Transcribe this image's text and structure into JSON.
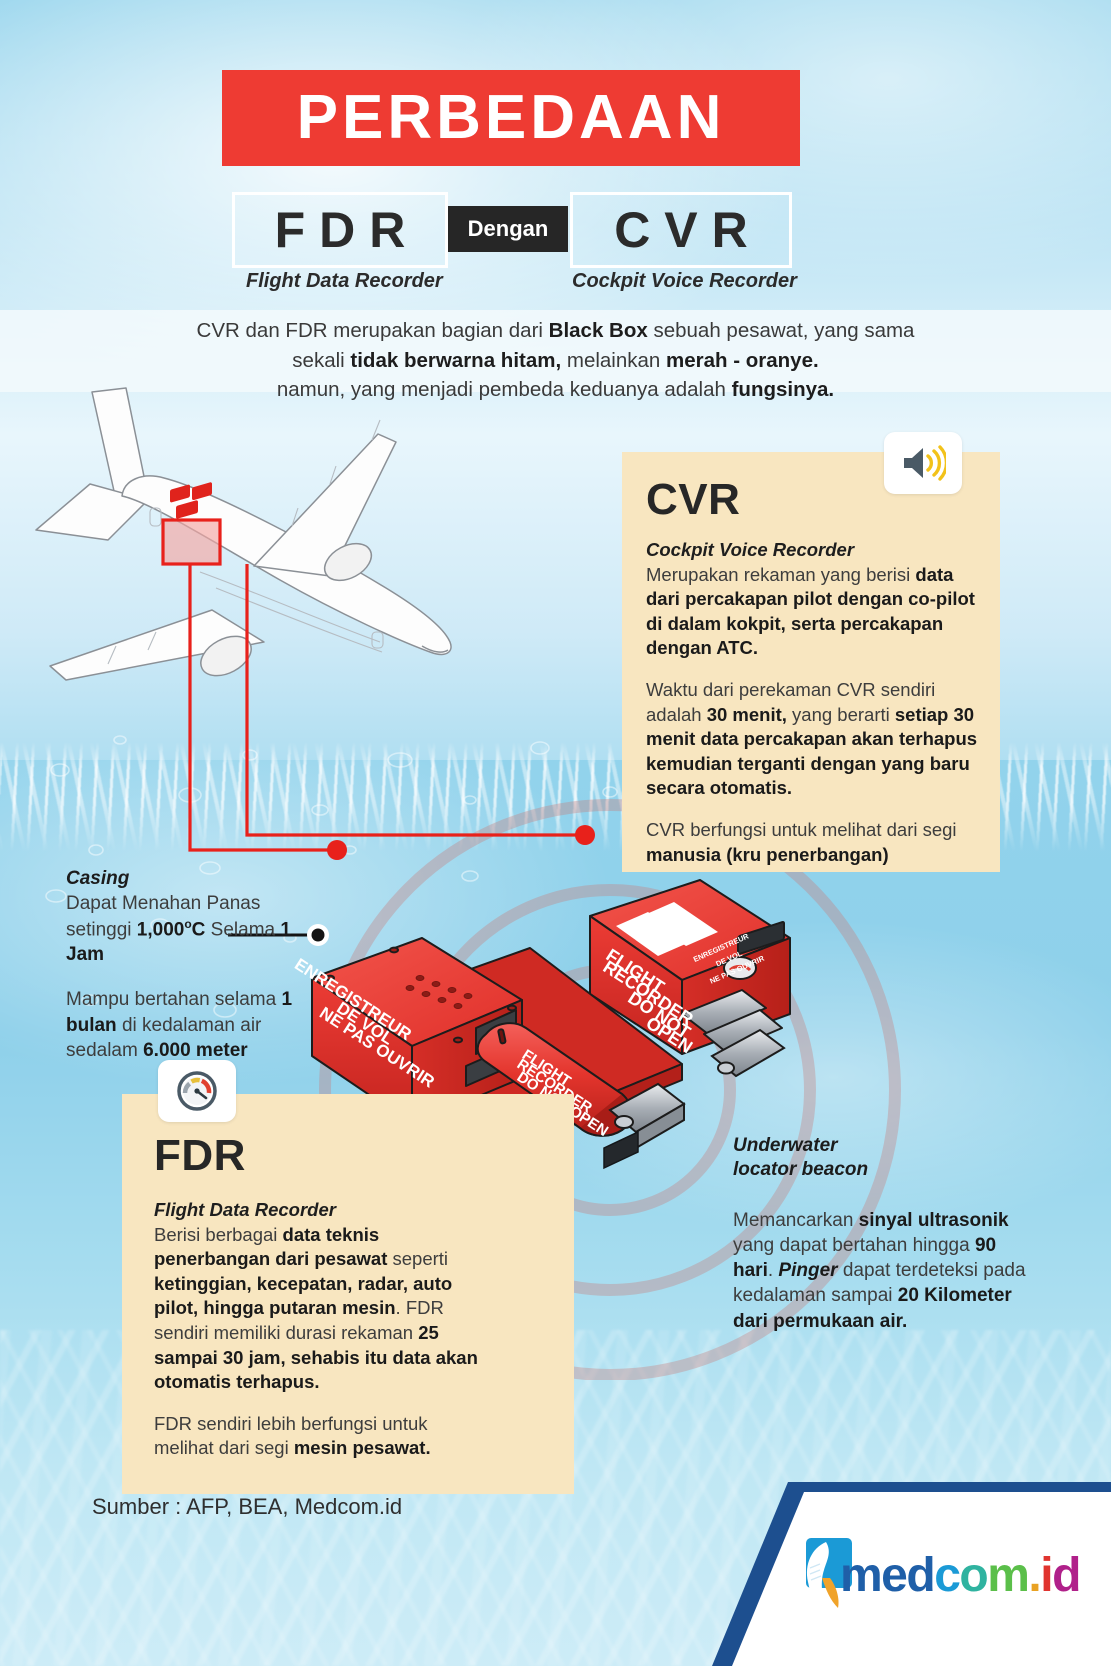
{
  "header": {
    "title": "PERBEDAAN",
    "abbr_left": "FDR",
    "connector": "Dengan",
    "abbr_right": "CVR",
    "caption_left": "Flight Data Recorder",
    "caption_right": "Cockpit Voice Recorder",
    "intro_line1_a": "CVR dan FDR merupakan bagian dari ",
    "intro_line1_b": "Black Box",
    "intro_line1_c": " sebuah pesawat, yang sama",
    "intro_line2_a": "sekali ",
    "intro_line2_b": "tidak berwarna hitam,",
    "intro_line2_c": " melainkan ",
    "intro_line2_d": "merah - oranye.",
    "intro_line3_a": "namun, yang menjadi pembeda keduanya adalah ",
    "intro_line3_b": "fungsinya."
  },
  "cvr_panel": {
    "icon": "speaker-volume-icon",
    "heading": "CVR",
    "subtitle": "Cockpit Voice Recorder",
    "p1_a": "Merupakan rekaman yang berisi ",
    "p1_b": "data dari percakapan pilot dengan co-pilot di dalam kokpit, serta percakapan dengan ATC.",
    "p2_a": "Waktu dari perekaman CVR sendiri adalah ",
    "p2_b": "30 menit,",
    "p2_c": " yang berarti ",
    "p2_d": "setiap 30 menit data percakapan akan terhapus kemudian terganti dengan yang baru secara otomatis.",
    "p3_a": "CVR berfungsi untuk melihat dari segi ",
    "p3_b": "manusia (kru penerbangan)"
  },
  "fdr_panel": {
    "icon": "gauge-speedometer-icon",
    "heading": "FDR",
    "subtitle": "Flight Data Recorder",
    "p1_a": "Berisi berbagai ",
    "p1_b": "data teknis penerbangan dari pesawat",
    "p1_c": " seperti ",
    "p1_d": "ketinggian, kecepatan, radar, auto pilot, hingga putaran mesin",
    "p1_e": ". FDR sendiri memiliki durasi rekaman ",
    "p1_f": "25 sampai 30 jam, sehabis itu data akan otomatis terhapus.",
    "p2_a": "FDR sendiri lebih berfungsi untuk melihat dari segi ",
    "p2_b": "mesin pesawat."
  },
  "casing_callout": {
    "heading": "Casing",
    "p1_a": "Dapat Menahan Panas setinggi ",
    "p1_b": "1,000",
    "p1_c": "o",
    "p1_d": "C",
    "p1_e": " Selama ",
    "p1_f": "1 Jam",
    "p2_a": "Mampu bertahan selama ",
    "p2_b": "1 bulan",
    "p2_c": " di kedalaman air sedalam ",
    "p2_d": "6.000 meter"
  },
  "beacon_callout": {
    "heading_line1": "Underwater",
    "heading_line2": "locator beacon",
    "p1_a": "Memancarkan ",
    "p1_b": "sinyal ultrasonik",
    "p1_c": " yang dapat bertahan hingga ",
    "p1_d": "90 hari",
    "p1_e": ". ",
    "p1_f": "Pinger",
    "p1_g": " dapat terdeteksi pada kedalaman sampai ",
    "p1_h": "20 Kilometer dari permukaan air."
  },
  "illustration": {
    "box_left_label_line1": "ENREGISTREUR",
    "box_left_label_line2": "DE VOL",
    "box_left_label_line3": "NE PAS OUVRIR",
    "cylinder_label_line1": "FLIGHT",
    "cylinder_label_line2": "RECORDER",
    "cylinder_label_line3": "DO NOT OPEN",
    "box_right_label_line1": "FLIGHT",
    "box_right_label_line2": "RECORDER",
    "box_right_label_line3": "DO NOT",
    "box_right_label_line4": "OPEN",
    "box_right_side_line1": "ENREGISTREUR",
    "box_right_side_line2": "DE VOL",
    "box_right_side_line3": "NE PAS OUVRIR"
  },
  "footer": {
    "source": "Sumber : AFP,  BEA, Medcom.id",
    "logo_med": "med",
    "logo_c": "c",
    "logo_o": "o",
    "logo_m": "m",
    "logo_dot": ".",
    "logo_i": "i",
    "logo_d": "d"
  },
  "colors": {
    "title_red": "#ee3b33",
    "panel_cream": "#f8e6c0",
    "sky_blue": "#a8ddef",
    "box_red": "#e8322b",
    "dark_text": "#2b2b2b"
  }
}
